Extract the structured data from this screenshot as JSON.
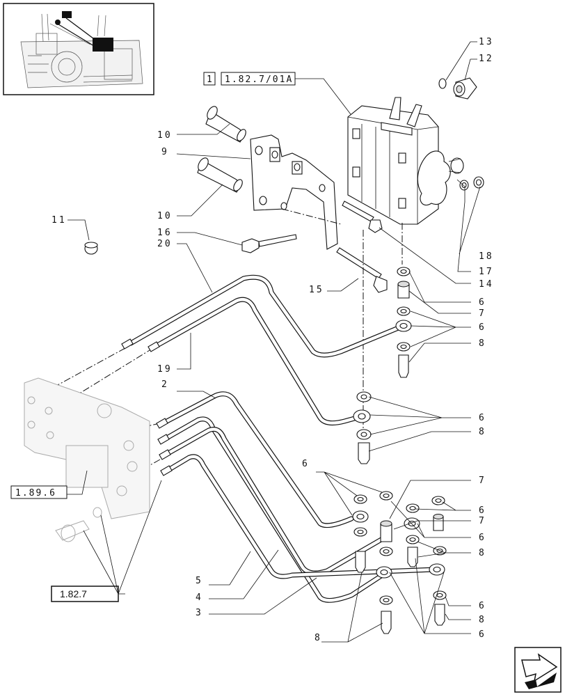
{
  "diagram": {
    "type": "exploded-parts-diagram",
    "reference_boxes": {
      "top_index": "1",
      "top_ref": "1.82.7/01A",
      "left_ref": "1.89.6",
      "bottom_ref": "1.82.7"
    },
    "callouts": {
      "c13": "13",
      "c12": "12",
      "c10a": "10",
      "c9": "9",
      "c10b": "10",
      "c11": "11",
      "c16": "16",
      "c20": "20",
      "c15": "15",
      "c14": "14",
      "c18": "18",
      "c17": "17",
      "c6a": "6",
      "c7a": "7",
      "c6b": "6",
      "c8a": "8",
      "c19": "19",
      "c2": "2",
      "c6c": "6",
      "c8b": "8",
      "c6d": "6",
      "c7b": "7",
      "c6e": "6",
      "c7c": "7",
      "c6f": "6",
      "c8c": "8",
      "c5": "5",
      "c4": "4",
      "c3": "3",
      "c6g": "6",
      "c8d": "8",
      "c8e": "8",
      "c6h": "6"
    },
    "icons": {
      "thumbnail": "tractor-overview-thumbnail",
      "nav": "next-page-arrow-icon"
    }
  }
}
